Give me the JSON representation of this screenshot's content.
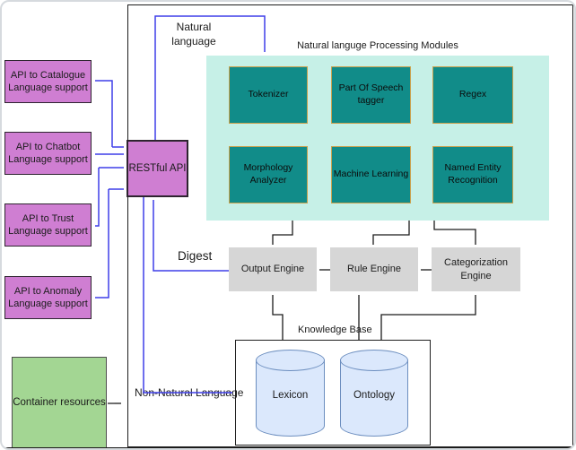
{
  "labels": {
    "natural_language": "Natural language",
    "digest": "Digest",
    "non_natural": "Non-Natural Language"
  },
  "nlp": {
    "title": "Natural languge Processing Modules",
    "modules": [
      "Tokenizer",
      "Part Of Speech tagger",
      "Regex",
      "Morphology Analyzer",
      "Machine Learning",
      "Named Entity Recognition"
    ]
  },
  "engines": [
    "Output Engine",
    "Rule Engine",
    "Categorization Engine"
  ],
  "knowledge_base": {
    "title": "Knowledge Base",
    "stores": [
      "Lexicon",
      "Ontology"
    ]
  },
  "left_panel": {
    "api_boxes": [
      "API to Catalogue Language support",
      "API to Chatbot Language support",
      "API to Trust Language support",
      "API to Anomaly Language support"
    ],
    "restful_api": "RESTful API",
    "container_resources": "Container resources"
  },
  "colors": {
    "api_box_fill": "#cf7ed2",
    "api_box_border": "#2e2430",
    "module_fill": "#118c89",
    "module_border": "#c9a14d",
    "nlp_container_fill": "#c6f0e7",
    "engine_fill": "#d6d6d6",
    "green_fill": "#a3d693",
    "cylinder_fill": "#dbe8fc",
    "cylinder_border": "#6c8ebf",
    "arrow_blue": "#3e3ee9",
    "arrow_black": "#1b1b1b"
  }
}
